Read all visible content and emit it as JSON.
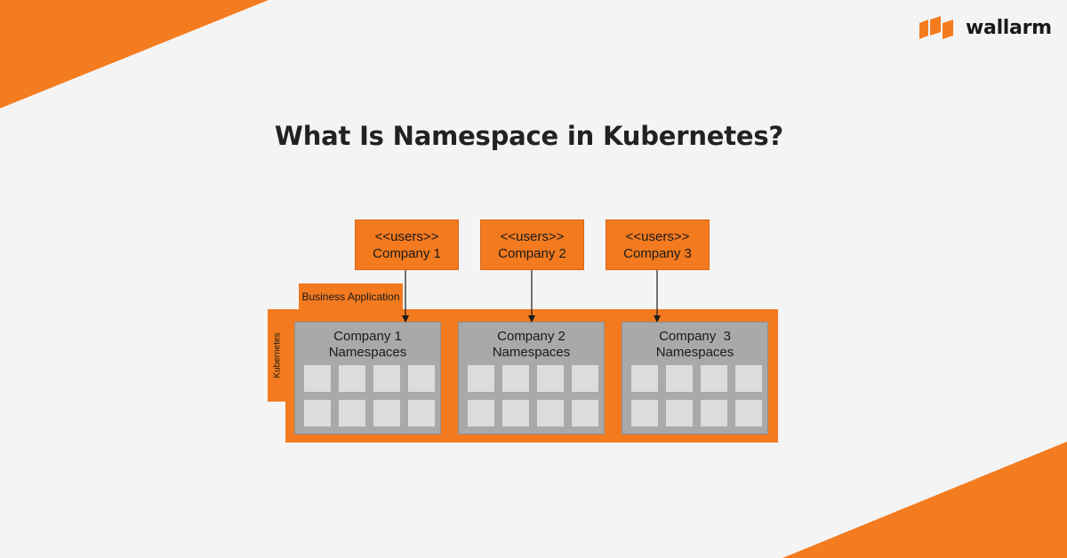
{
  "header": {
    "logo_text": "wallarm",
    "title": "What Is Namespace in Kubernetes?"
  },
  "colors": {
    "accent": "#f37a1f",
    "panel": "#a9a9a9",
    "cell": "#dcdcdc",
    "background": "#f4f4f4"
  },
  "diagram": {
    "users": [
      {
        "stereotype": "<<users>>",
        "name": "Company 1"
      },
      {
        "stereotype": "<<users>>",
        "name": "Company 2"
      },
      {
        "stereotype": "<<users>>",
        "name": "Company 3"
      }
    ],
    "business_application_label": "Business Application",
    "kubernetes_label": "Kubernetes",
    "namespaces": [
      {
        "line1": "Company 1",
        "line2": "Namespaces"
      },
      {
        "line1": "Company 2",
        "line2": "Namespaces"
      },
      {
        "line1": "Company  3",
        "line2": "Namespaces"
      }
    ]
  }
}
